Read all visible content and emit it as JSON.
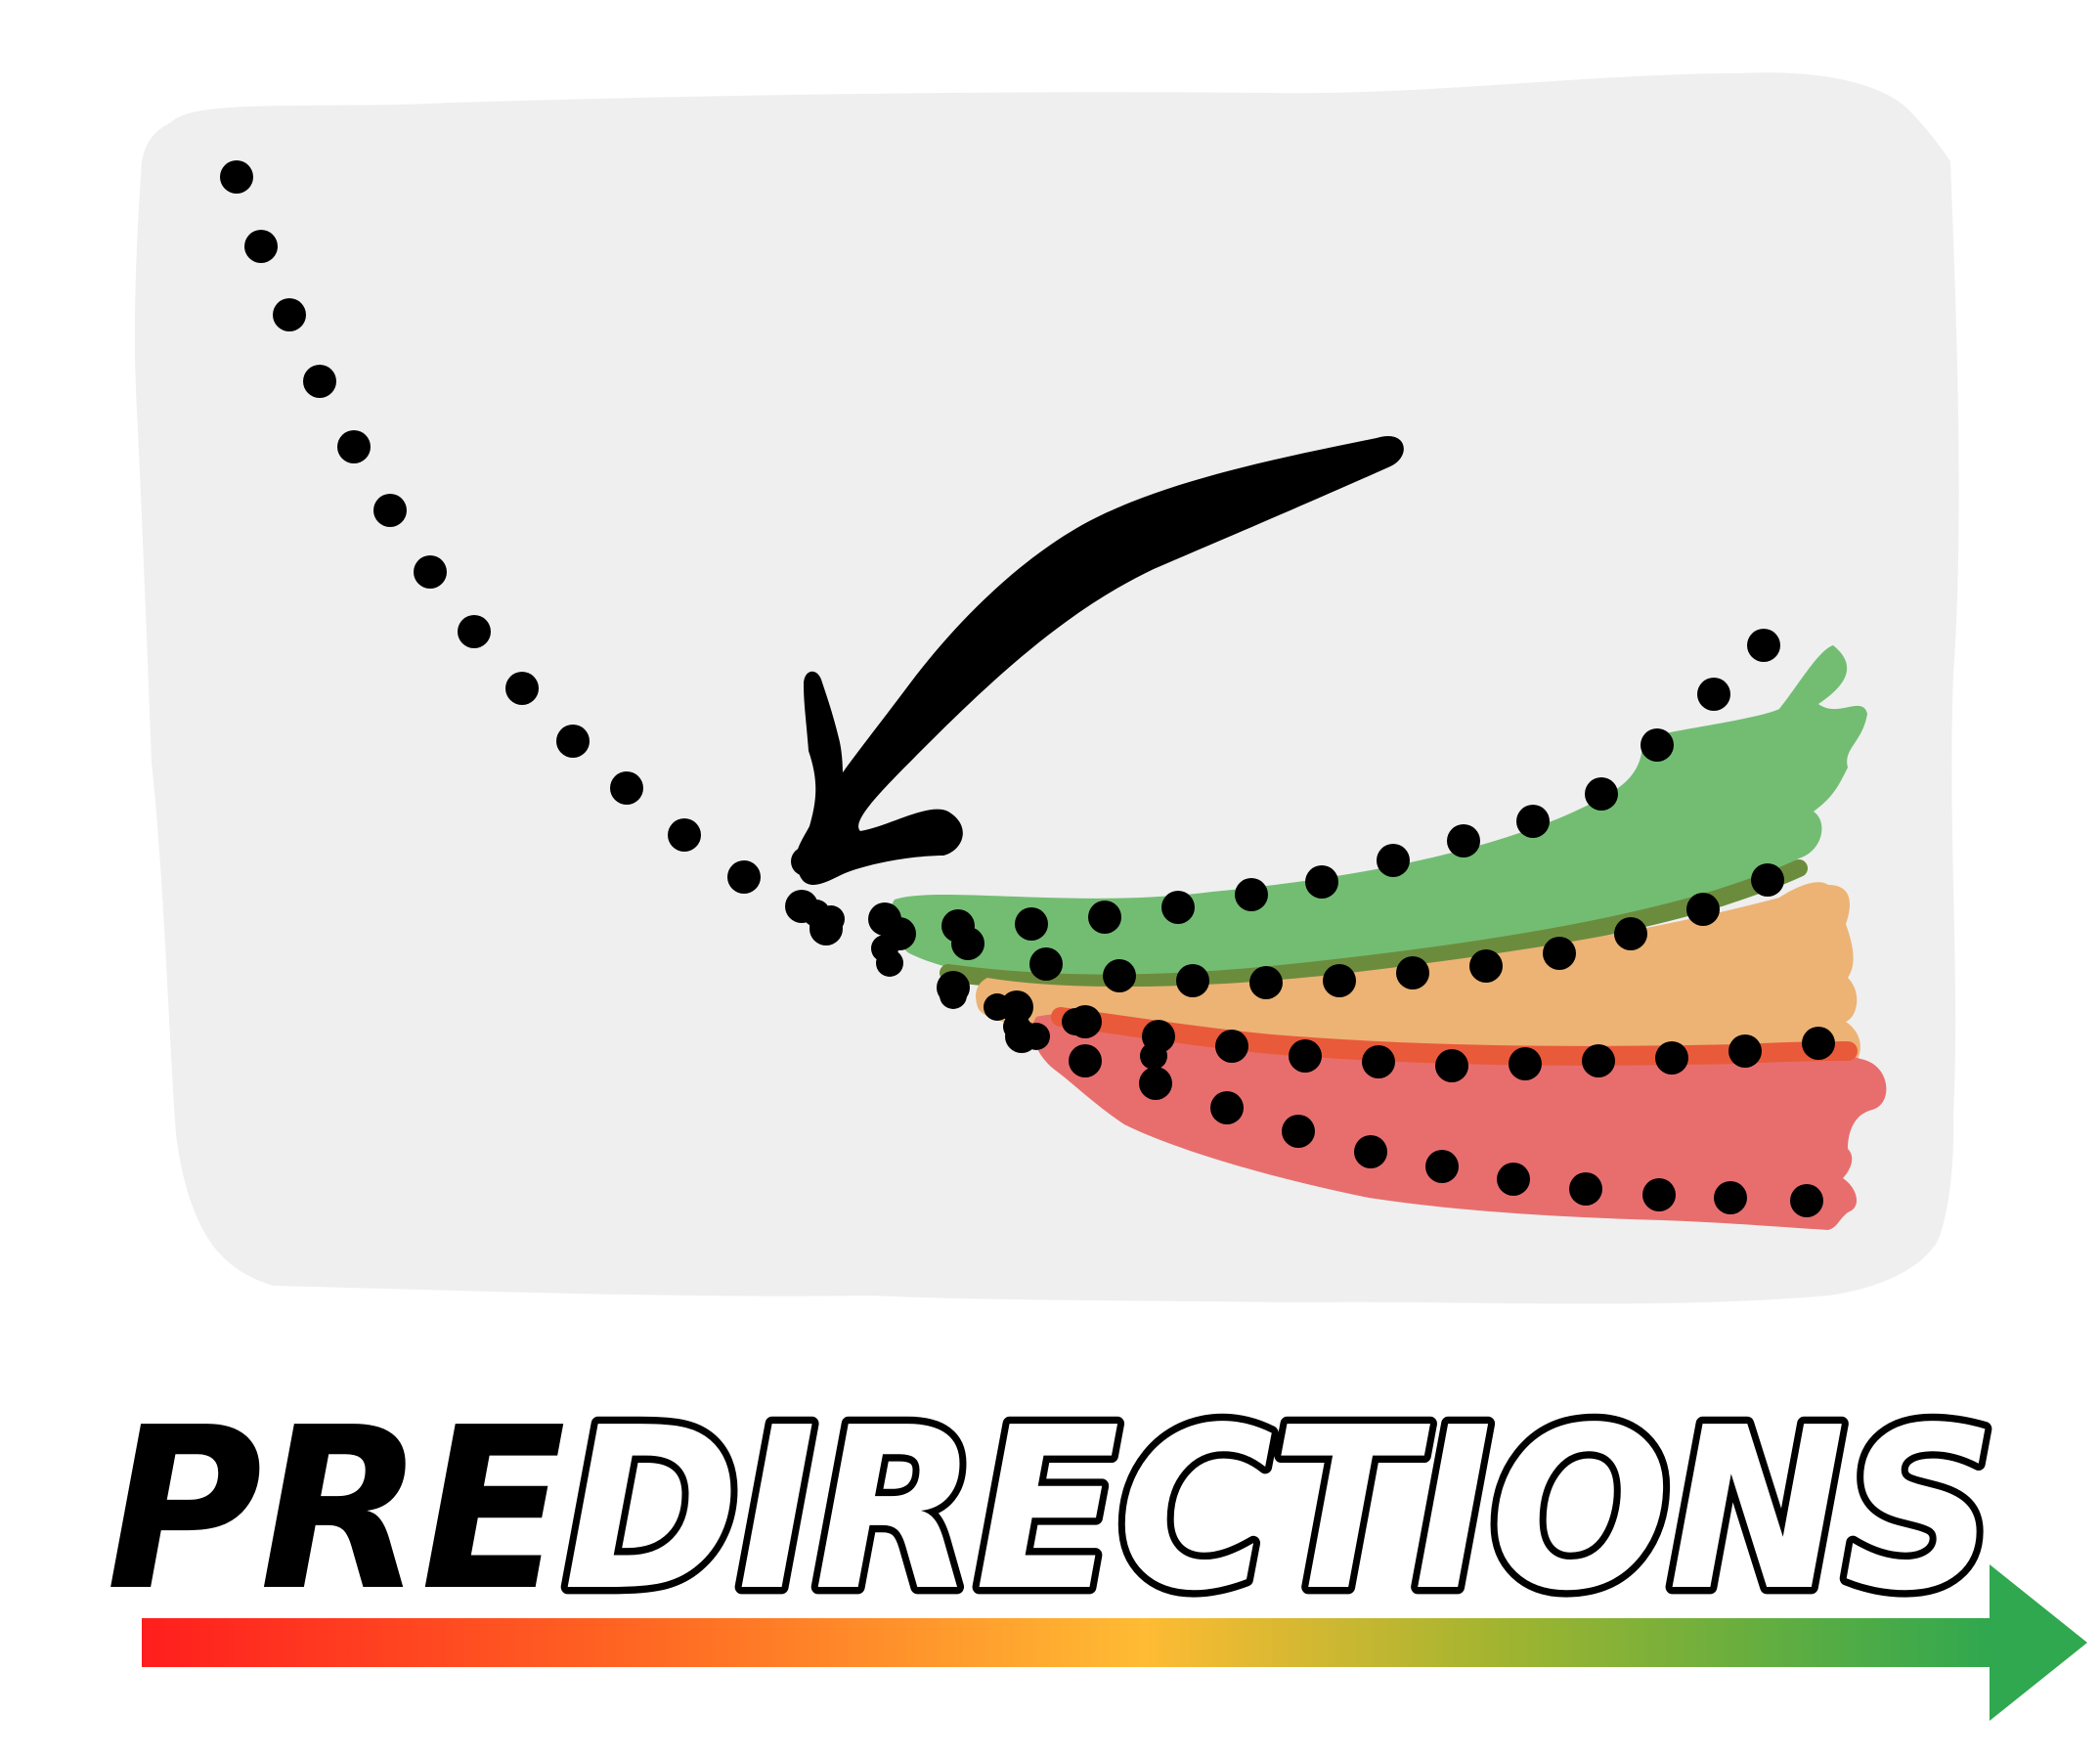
{
  "brand": {
    "wordmark_solid": "PRE",
    "wordmark_outline": "DIRECTIONS",
    "colors": {
      "panel": "#efefef",
      "ink": "#000000",
      "green_band": "#73bd73",
      "green_dark": "#6c8c3d",
      "orange_band": "#ecb375",
      "red_band": "#e86e6e",
      "red_dark": "#e95a3a",
      "arrow_gradient": [
        "#ff1e1e",
        "#ff6a23",
        "#ffbb33",
        "#9eb430",
        "#2fa84f"
      ]
    }
  },
  "illustration": {
    "panel": "sketch-panel",
    "history": "dotted-history-trail",
    "pointer": "curved-pointer-arrow",
    "bands": [
      "green-band",
      "orange-band",
      "red-band"
    ]
  }
}
